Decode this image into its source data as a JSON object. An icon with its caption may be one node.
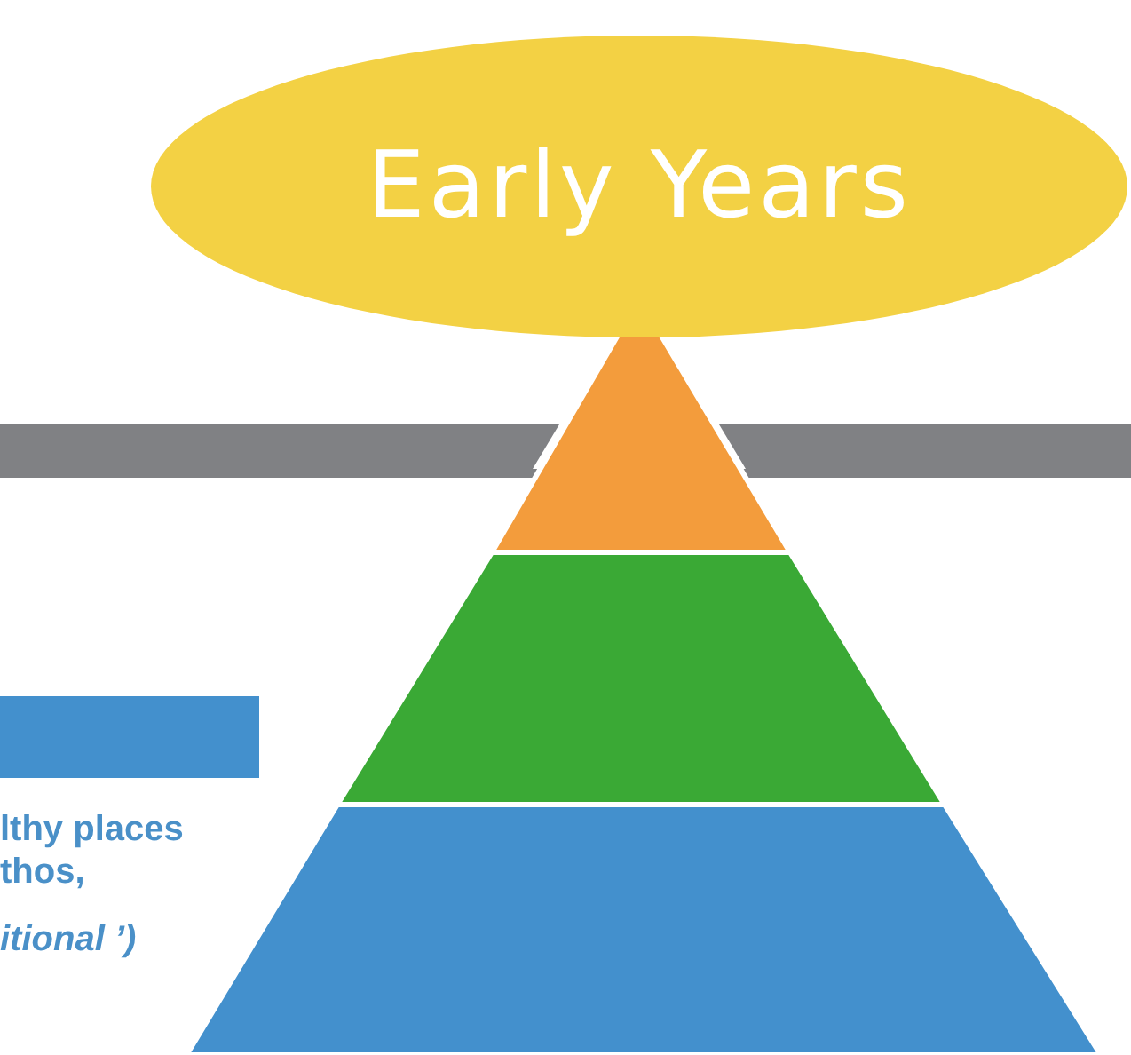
{
  "diagram": {
    "nodes": [
      {
        "text": [
          "Early Years"
        ]
      },
      {
        "text": [],
        "shape": "bar"
      }
    ],
    "edges": [],
    "labels": [
      "lthy places thos,",
      "itional ’)"
    ]
  }
}
